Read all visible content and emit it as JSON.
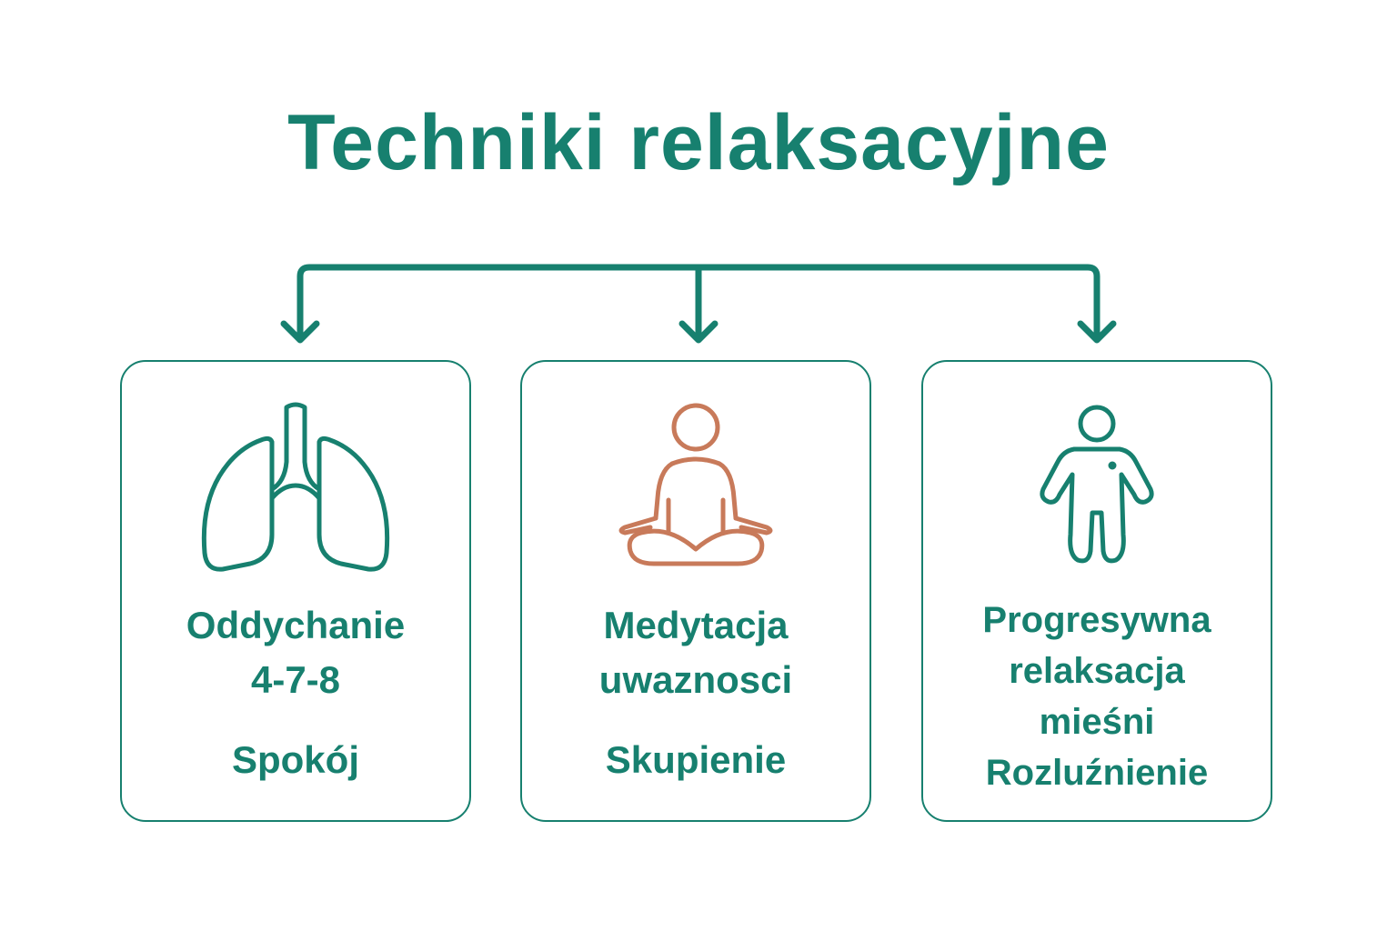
{
  "title": "Techniki relaksacyjne",
  "colors": {
    "primary": "#17806f",
    "accent": "#c87a5a",
    "background": "#ffffff"
  },
  "cards": [
    {
      "icon": "lungs-icon",
      "name_lines": [
        "Oddychanie",
        "4-7-8"
      ],
      "effect": "Spokój"
    },
    {
      "icon": "meditation-icon",
      "name_lines": [
        "Medytacja",
        "uwaznosci"
      ],
      "effect": "Skupienie"
    },
    {
      "icon": "human-figure-icon",
      "name_lines": [
        "Progresywna",
        "relaksacja",
        "mieśni"
      ],
      "effect": "Rozluźnienie"
    }
  ]
}
